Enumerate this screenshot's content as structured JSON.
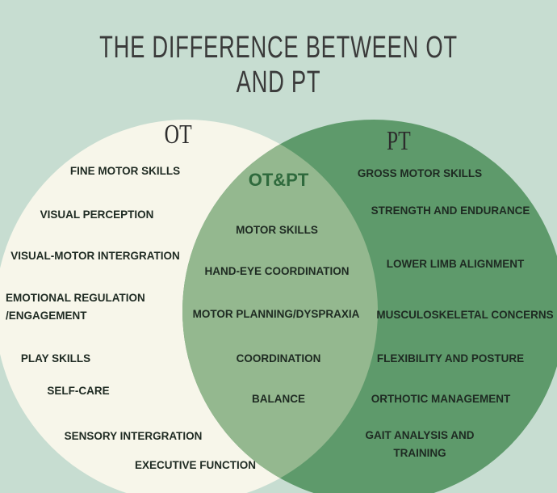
{
  "title": "THE DIFFERENCE BETWEEN OT AND PT",
  "colors": {
    "background": "#c7ddd1",
    "ot_circle": "#f7f6ea",
    "pt_circle": "#5e9a6b",
    "overlap": "#94b88f",
    "overlap_title": "#2f6a3d"
  },
  "ot": {
    "label": "OT",
    "items": [
      "FINE MOTOR SKILLS",
      "VISUAL PERCEPTION",
      "VISUAL-MOTOR INTERGRATION",
      "EMOTIONAL REGULATION",
      "/ENGAGEMENT",
      "PLAY SKILLS",
      "SELF-CARE",
      "SENSORY INTERGRATION",
      "EXECUTIVE FUNCTION"
    ]
  },
  "pt": {
    "label": "PT",
    "items": [
      "GROSS MOTOR SKILLS",
      "STRENGTH AND ENDURANCE",
      "LOWER LIMB ALIGNMENT",
      "MUSCULOSKELETAL CONCERNS",
      "FLEXIBILITY AND POSTURE",
      "ORTHOTIC MANAGEMENT",
      "GAIT ANALYSIS AND",
      "TRAINING"
    ]
  },
  "both": {
    "label": "OT&PT",
    "items": [
      "MOTOR SKILLS",
      "HAND-EYE COORDINATION",
      "MOTOR PLANNING/DYSPRAXIA",
      "COORDINATION",
      "BALANCE"
    ]
  }
}
